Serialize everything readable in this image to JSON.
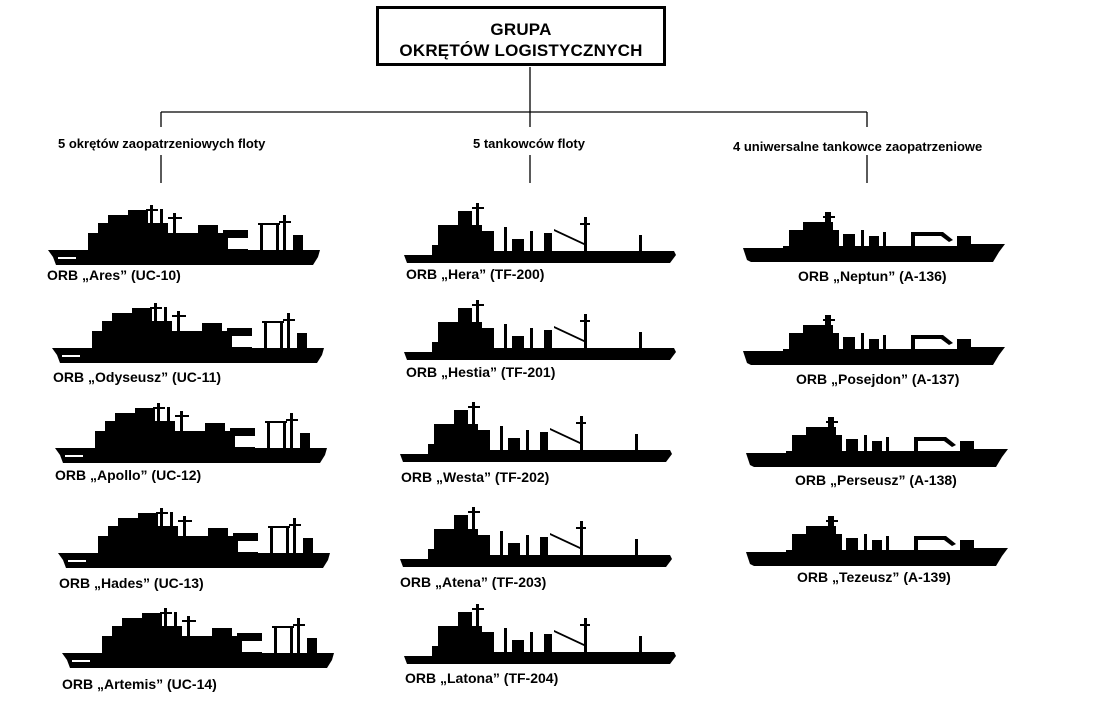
{
  "title": {
    "line1": "GRUPA",
    "line2": "OKRĘTÓW LOGISTYCZNYCH"
  },
  "colors": {
    "ink": "#000000",
    "background": "#ffffff"
  },
  "groups": [
    {
      "label": "5 okrętów zaopatrzeniowych floty",
      "ship_icon": "supply-ship-silhouette-icon",
      "ships": [
        "ORB „Ares” (UC-10)",
        "ORB „Odyseusz” (UC-11)",
        "ORB „Apollo” (UC-12)",
        "ORB „Hades” (UC-13)",
        "ORB „Artemis” (UC-14)"
      ]
    },
    {
      "label": "5 tankowców floty",
      "ship_icon": "tanker-silhouette-icon",
      "ships": [
        "ORB „Hera” (TF-200)",
        "ORB „Hestia” (TF-201)",
        "ORB „Westa” (TF-202)",
        "ORB „Atena” (TF-203)",
        "ORB „Latona” (TF-204)"
      ]
    },
    {
      "label": "4 uniwersalne tankowce zaopatrzeniowe",
      "ship_icon": "replenishment-tanker-silhouette-icon",
      "ships": [
        "ORB „Neptun” (A-136)",
        "ORB „Posejdon” (A-137)",
        "ORB „Perseusz” (A-138)",
        "ORB „Tezeusz” (A-139)"
      ]
    }
  ]
}
